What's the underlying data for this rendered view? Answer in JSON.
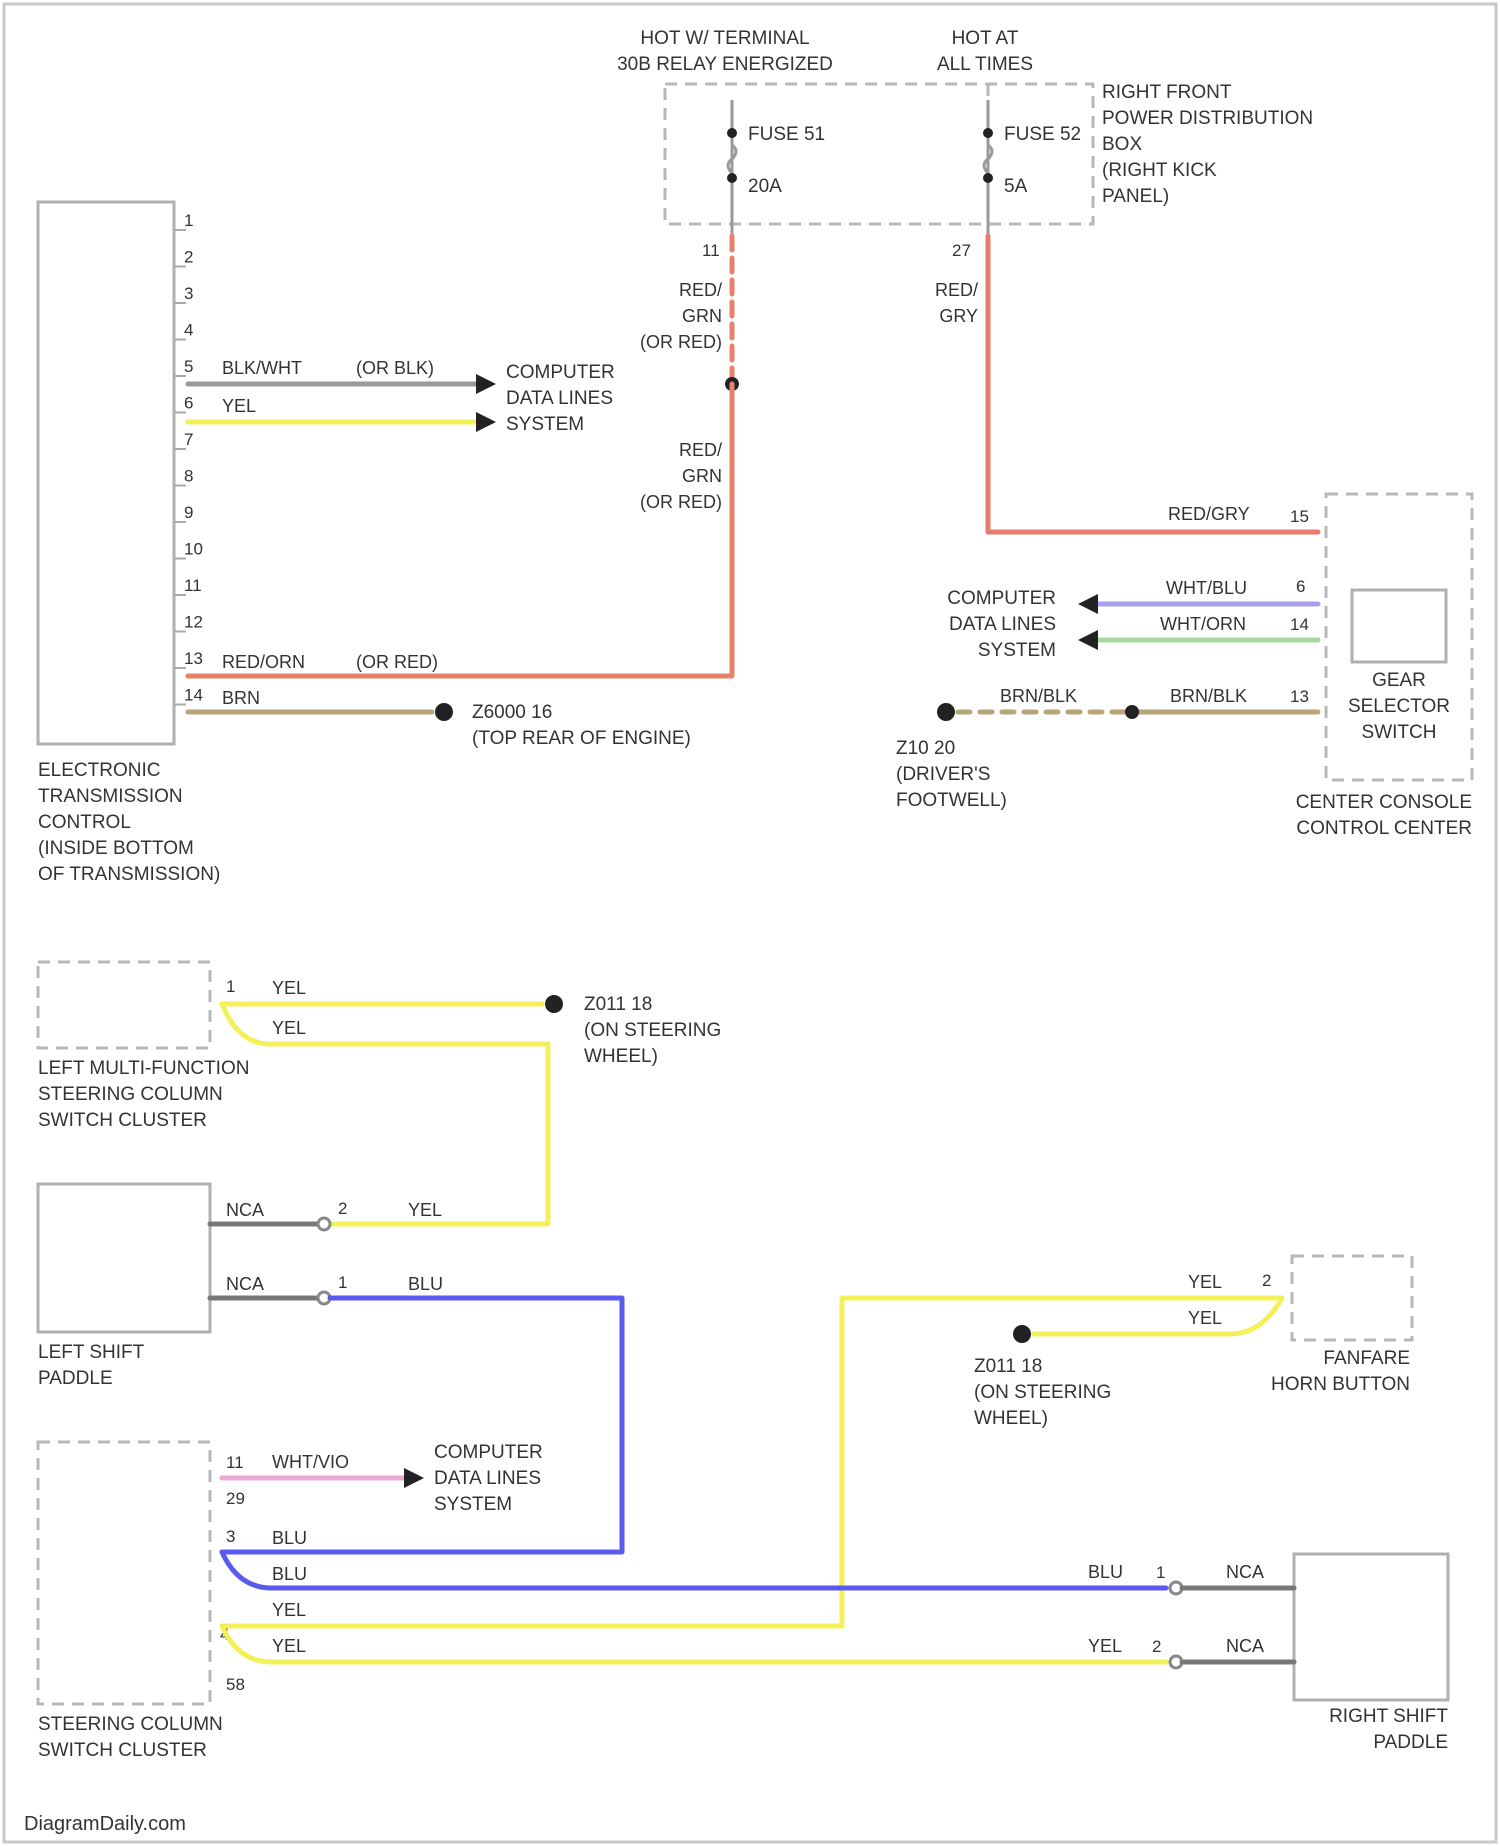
{
  "power": {
    "fuse_label_1": "HOT W/ TERMINAL",
    "fuse_label_2": "30B RELAY ENERGIZED",
    "hot_label_1": "HOT AT",
    "hot_label_2": "ALL TIMES",
    "fuse51": "FUSE 51",
    "fuse51_amps": "20A",
    "fuse52": "FUSE 52",
    "fuse52_amps": "5A",
    "pdb_1": "RIGHT FRONT",
    "pdb_2": "POWER DISTRIBUTION",
    "pdb_3": "BOX",
    "pdb_4": "(RIGHT KICK",
    "pdb_5": "PANEL)",
    "pin_11": "11",
    "pin_27": "27"
  },
  "wires": {
    "red_grn_1": "RED/",
    "red_grn_2": "GRN",
    "red_grn_3": "(OR RED)",
    "red_gry_1": "RED/",
    "red_gry_2": "GRY",
    "red_gry": "RED/GRY",
    "blkwht": "BLK/WHT",
    "or_blk": "(OR BLK)",
    "yel": "YEL",
    "red_orn": "RED/ORN",
    "or_red": "(OR RED)",
    "brn": "BRN",
    "wht_blu": "WHT/BLU",
    "wht_orn": "WHT/ORN",
    "brn_blk": "BRN/BLK",
    "nca": "NCA",
    "blu": "BLU",
    "wht_vio": "WHT/VIO"
  },
  "etc": {
    "label_1": "ELECTRONIC",
    "label_2": "TRANSMISSION",
    "label_3": "CONTROL",
    "label_4": "(INSIDE BOTTOM",
    "label_5": "OF TRANSMISSION)",
    "pins": [
      "1",
      "2",
      "3",
      "4",
      "5",
      "6",
      "7",
      "8",
      "9",
      "10",
      "11",
      "12",
      "13",
      "14"
    ]
  },
  "cdl": {
    "line1": "COMPUTER",
    "line2": "DATA LINES",
    "line3": "SYSTEM"
  },
  "grounds": {
    "g1": "Z6000 16",
    "g1_loc": "(TOP REAR OF ENGINE)",
    "g2": "Z10 20",
    "g2_loc1": "(DRIVER'S",
    "g2_loc2": "FOOTWELL)",
    "g3": "Z011 18",
    "g3_loc1": "(ON STEERING",
    "g3_loc2": "WHEEL)",
    "g4": "Z011 18",
    "g4_loc1": "(ON STEERING",
    "g4_loc2": "WHEEL)"
  },
  "gear": {
    "label_1": "GEAR",
    "label_2": "SELECTOR",
    "label_3": "SWITCH",
    "ccc_1": "CENTER CONSOLE",
    "ccc_2": "CONTROL CENTER",
    "pin_15": "15",
    "pin_6": "6",
    "pin_14": "14",
    "pin_13": "13"
  },
  "lmf": {
    "label_1": "LEFT MULTI-FUNCTION",
    "label_2": "STEERING COLUMN",
    "label_3": "SWITCH CLUSTER",
    "pin_1": "1"
  },
  "lsp": {
    "label_1": "LEFT SHIFT",
    "label_2": "PADDLE",
    "pin_2": "2",
    "pin_1": "1"
  },
  "fanfare": {
    "label_1": "FANFARE",
    "label_2": "HORN BUTTON",
    "pin_2": "2"
  },
  "scsc": {
    "label_1": "STEERING COLUMN",
    "label_2": "SWITCH CLUSTER",
    "pin_11": "11",
    "pin_29": "29",
    "pin_3": "3",
    "pin_4": "4",
    "pin_58": "58"
  },
  "rsp": {
    "label_1": "RIGHT SHIFT",
    "label_2": "PADDLE",
    "pin_1": "1",
    "pin_2": "2"
  },
  "footer": {
    "watermark": "DiagramDaily.com"
  },
  "colors": {
    "red_grn": "#e8806a",
    "red_gry": "#e87a6e",
    "red_orn": "#e8806a",
    "yel": "#f4f05a",
    "blu": "#5a5aee",
    "brn": "#b8a478",
    "blk": "#9a9a9a",
    "wht_blu": "#a8a0ee",
    "wht_orn": "#a8d8a0",
    "wht_vio": "#e8a8d8",
    "nca": "#777777"
  }
}
